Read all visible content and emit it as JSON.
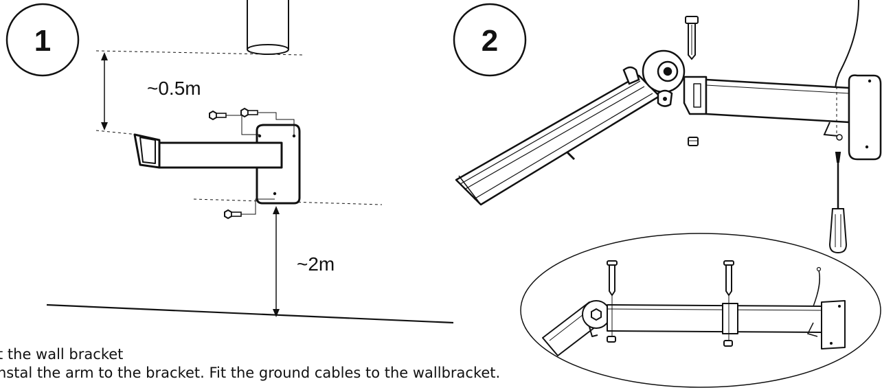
{
  "colors": {
    "ink": "#111111",
    "paper": "#ffffff"
  },
  "step1": {
    "number": "1",
    "dim_top": "~0.5m",
    "dim_bottom": "~2m"
  },
  "step2": {
    "number": "2"
  },
  "instructions": {
    "line1": "t the wall bracket",
    "line2": "nstal the arm to the bracket. Fit the ground cables to the wallbracket."
  },
  "icons": [
    "hex-bolt-icon",
    "screwdriver-icon",
    "wall-plug-icon",
    "nut-icon",
    "ground-cable-icon"
  ]
}
